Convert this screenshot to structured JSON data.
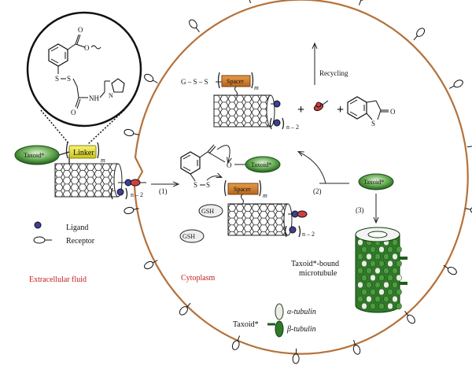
{
  "labels": {
    "taxoid": "Taxoid*",
    "linker": "Linker",
    "spacer": "Spacer",
    "gss": "G – S – S",
    "m": "m",
    "n2": "n – 2",
    "gsh": "GSH",
    "step1": "(1)",
    "step2": "(2)",
    "step3": "(3)",
    "recycling": "Recycling",
    "plus": "+",
    "ligand": "Ligand",
    "receptor": "Receptor",
    "extracellular": "Extracellular fluid",
    "cytoplasm": "Cytoplasm",
    "bound_line1": "Taxoid*-bound",
    "bound_line2": "microtubule",
    "alpha": "α-tubulin",
    "beta": "β-tubulin",
    "ester_o": "O",
    "carbonyl_o": "O",
    "thio_s": "S",
    "amide_nh": "NH",
    "n_atom": "N",
    "ketone_o": "O"
  },
  "colors": {
    "membrane": "#b5713a",
    "taxoid_green": "#2f7a2a",
    "linker_yellow": "#e8e23a",
    "spacer_orange": "#d9862f",
    "receptor_red": "#d0403f",
    "ligand_blue": "#3d3f9a",
    "labels_red": "#c0201c"
  }
}
